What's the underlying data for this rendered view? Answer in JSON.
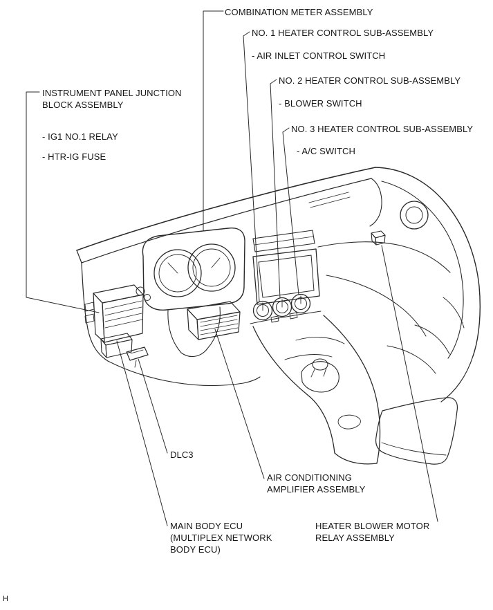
{
  "page": {
    "corner_mark": "H"
  },
  "callouts": {
    "combination_meter": {
      "label": "COMBINATION METER ASSEMBLY"
    },
    "no1_heater": {
      "label": "NO. 1 HEATER CONTROL SUB-ASSEMBLY",
      "sub": "- AIR INLET CONTROL SWITCH"
    },
    "no2_heater": {
      "label": "NO. 2 HEATER CONTROL SUB-ASSEMBLY",
      "sub": "- BLOWER SWITCH"
    },
    "no3_heater": {
      "label": "NO. 3 HEATER CONTROL SUB-ASSEMBLY",
      "sub": "- A/C SWITCH"
    },
    "junction_block": {
      "lines": [
        "INSTRUMENT PANEL JUNCTION",
        "BLOCK ASSEMBLY"
      ],
      "sub1": "- IG1 NO.1 RELAY",
      "sub2": "- HTR-IG FUSE"
    },
    "dlc3": {
      "label": "DLC3"
    },
    "ac_amplifier": {
      "lines": [
        "AIR CONDITIONING",
        "AMPLIFIER ASSEMBLY"
      ]
    },
    "main_body_ecu": {
      "lines": [
        "MAIN BODY ECU",
        "(MULTIPLEX NETWORK",
        "BODY ECU)"
      ]
    },
    "heater_blower_relay": {
      "lines": [
        "HEATER BLOWER MOTOR",
        "RELAY ASSEMBLY"
      ]
    }
  }
}
